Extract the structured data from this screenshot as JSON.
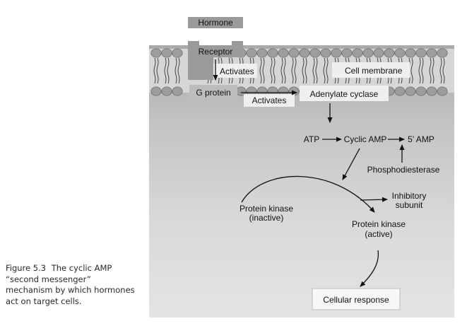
{
  "caption": {
    "label": "Figure 5.3",
    "text": "The cyclic AMP “second messenger” mechanism by which hormones act on target cells."
  },
  "labels": {
    "hormone": "Hormone",
    "receptor": "Receptor",
    "activates_1": "Activates",
    "cell_membrane": "Cell membrane",
    "g_protein": "G protein",
    "activates_2": "Activates",
    "adenylate_cyclase": "Adenylate cyclase",
    "atp": "ATP",
    "cyclic_amp": "Cyclic AMP",
    "five_amp": "5' AMP",
    "phosphodiesterase": "Phosphodiesterase",
    "pk_inactive_line1": "Protein kinase",
    "pk_inactive_line2": "(inactive)",
    "inhibitory_line1": "Inhibitory",
    "inhibitory_line2": "subunit",
    "pk_active_line1": "Protein kinase",
    "pk_active_line2": "(active)",
    "cellular_response": "Cellular response"
  },
  "colors": {
    "box_fill": "#9a9a9a",
    "label_box": "#efefef",
    "phospholipid_head": "#9d9d9d",
    "arrow": "#111111"
  }
}
